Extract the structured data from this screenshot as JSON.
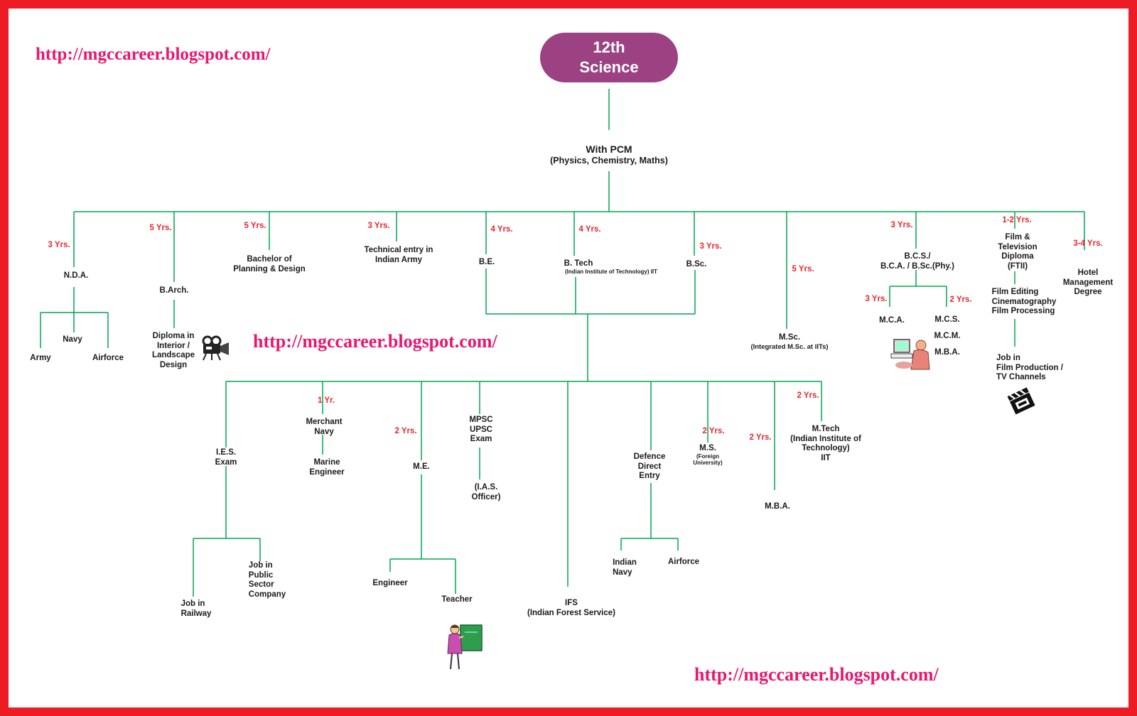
{
  "urls": {
    "top_left": "http://mgccareer.blogspot.com/",
    "middle": "http://mgccareer.blogspot.com/",
    "bottom_right": "http://mgccareer.blogspot.com/"
  },
  "colors": {
    "border": "#ed1c24",
    "root_fill": "#9c4282",
    "connector": "#00a651",
    "duration": "#e8262d",
    "url": "#e8186e"
  },
  "root": {
    "label": "12th\nScience"
  },
  "stream": {
    "title": "With PCM",
    "subtitle": "(Physics, Chemistry, Maths)"
  },
  "durations": {
    "nda": "3 Yrs.",
    "barch": "5 Yrs.",
    "planning": "5 Yrs.",
    "army_tech": "3 Yrs.",
    "be": "4 Yrs.",
    "btech": "4 Yrs.",
    "bsc": "3 Yrs.",
    "msc": "5 Yrs.",
    "bcs": "3 Yrs.",
    "mca": "3 Yrs.",
    "mcs": "2 Yrs.",
    "film": "1-2 Yrs.",
    "hotel": "3-4 Yrs.",
    "merchant": "1 Yr.",
    "me": "2 Yrs.",
    "ms": "2 Yrs.",
    "mba": "2 Yrs.",
    "mtech": "2 Yrs."
  },
  "nodes": {
    "nda": "N.D.A.",
    "army": "Army",
    "navy": "Navy",
    "airforce": "Airforce",
    "barch": "B.Arch.",
    "diploma_interior": "Diploma in\nInterior /\nLandscape\nDesign",
    "planning": "Bachelor of\nPlanning & Design",
    "army_tech": "Technical entry in\nIndian Army",
    "be": "B.E.",
    "btech": "B. Tech",
    "btech_sub": "(Indian Institute of Technology) IIT",
    "bsc": "B.Sc.",
    "msc": "M.Sc.",
    "msc_sub": "(Integrated M.Sc. at IITs)",
    "bcs": "B.C.S./\nB.C.A. / B.Sc.(Phy.)",
    "mca": "M.C.A.",
    "mcs": "M.C.S.",
    "mcm": "M.C.M.",
    "mba_bcs": "M.B.A.",
    "film": "Film &\nTelevision\nDiploma\n(FTII)",
    "film_skills": "Film Editing\nCinematography\nFilm Processing",
    "film_job": "Job in\nFilm Production /\nTV Channels",
    "hotel": "Hotel\nManagement\nDegree",
    "ies": "I.E.S.\nExam",
    "job_railway": "Job in\nRailway",
    "job_public": "Job in\nPublic\nSector\nCompany",
    "merchant": "Merchant\nNavy",
    "marine": "Marine\nEngineer",
    "me": "M.E.",
    "engineer": "Engineer",
    "teacher": "Teacher",
    "mpsc": "MPSC\nUPSC\nExam",
    "ias": "(I.A.S.\nOfficer)",
    "ifs": "IFS\n(Indian Forest Service)",
    "defence": "Defence\nDirect\nEntry",
    "indian_navy": "Indian\nNavy",
    "def_airforce": "Airforce",
    "ms": "M.S.",
    "ms_sub": "(Foreign\nUniversity)",
    "mba": "M.B.A.",
    "mtech": "M.Tech\n(Indian Institute of\nTechnology)\nIIT"
  },
  "icons": {
    "camera": "movie-camera-icon",
    "computer": "computer-user-icon",
    "clapper": "film-clapper-icon",
    "teacher": "teacher-blackboard-icon"
  }
}
